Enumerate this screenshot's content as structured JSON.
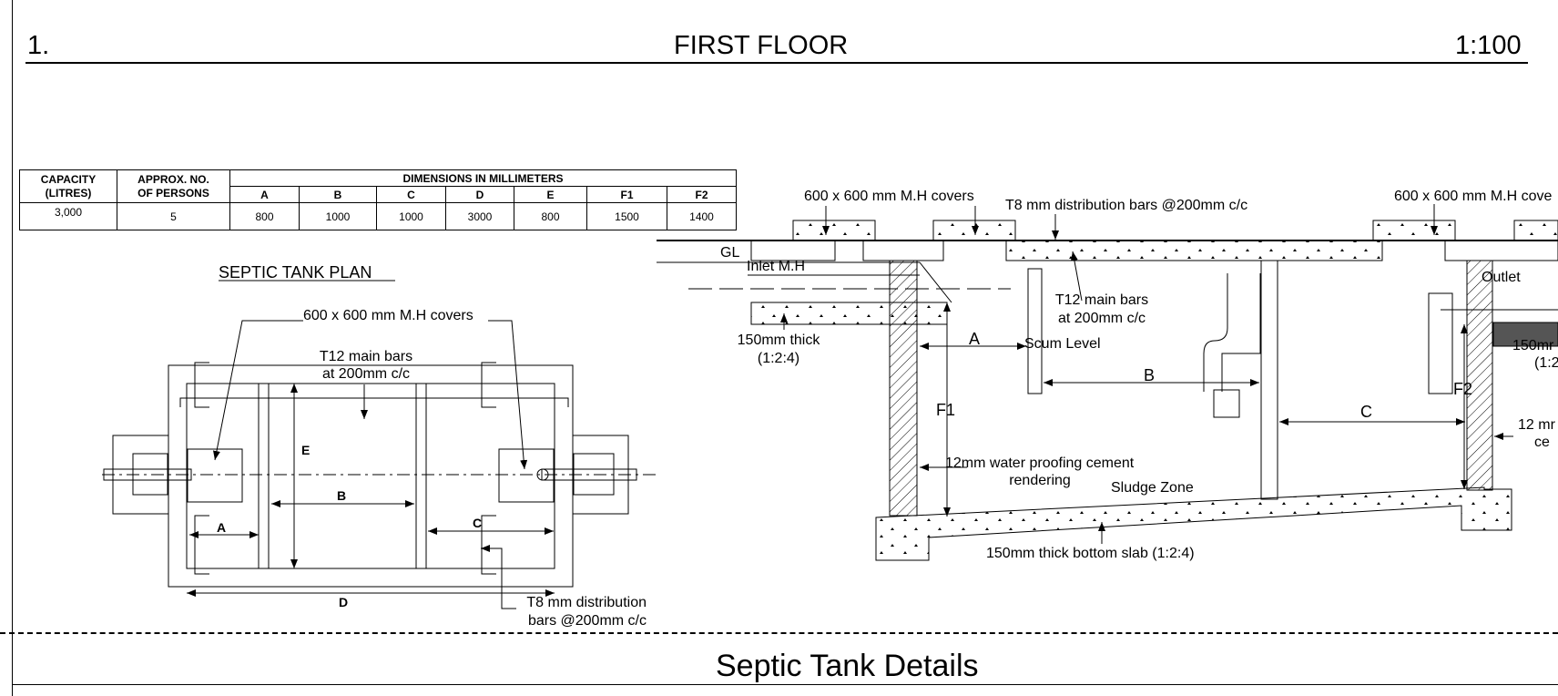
{
  "header": {
    "number": "1.",
    "title": "FIRST FLOOR",
    "scale": "1:100"
  },
  "footer": {
    "title": "Septic Tank Details"
  },
  "table": {
    "headers": {
      "capacity": "CAPACITY\n(LITRES)",
      "persons": "APPROX. NO.\nOF PERSONS",
      "dims": "DIMENSIONS IN MILLIMETERS"
    },
    "dim_cols": [
      "A",
      "B",
      "C",
      "D",
      "E",
      "F1",
      "F2"
    ],
    "row": {
      "capacity": "3,000",
      "persons": "5",
      "values": [
        "800",
        "1000",
        "1000",
        "3000",
        "800",
        "1500",
        "1400"
      ]
    }
  },
  "plan": {
    "title": "SEPTIC TANK PLAN",
    "mh_covers": "600 x 600 mm M.H covers",
    "main_bars": "T12 main bars\nat 200mm c/c",
    "dist_bars": "T8 mm distribution\nbars @200mm c/c",
    "labels": {
      "A": "A",
      "B": "B",
      "C": "C",
      "D": "D",
      "E": "E"
    }
  },
  "section": {
    "mh_covers_left": "600 x 600 mm M.H covers",
    "mh_covers_right": "600 x 600 mm M.H cove",
    "dist_bars": "T8 mm distribution bars @200mm c/c",
    "gl": "GL",
    "inlet": "Inlet M.H",
    "main_bars": "T12 main bars\nat 200mm c/c",
    "slab_thick": "150mm thick\n(1:2:4)",
    "scum": "Scum Level",
    "waterproof": "12mm water proofing cement\nrendering",
    "sludge": "Sludge Zone",
    "bottom_slab": "150mm thick  bottom slab (1:2:4)",
    "outlet": "Outlet",
    "right_slab": "150mr\n(1:2",
    "right_rendering": "12 mr\nce",
    "labels": {
      "A": "A",
      "B": "B",
      "C": "C",
      "F1": "F1",
      "F2": "F2"
    }
  }
}
